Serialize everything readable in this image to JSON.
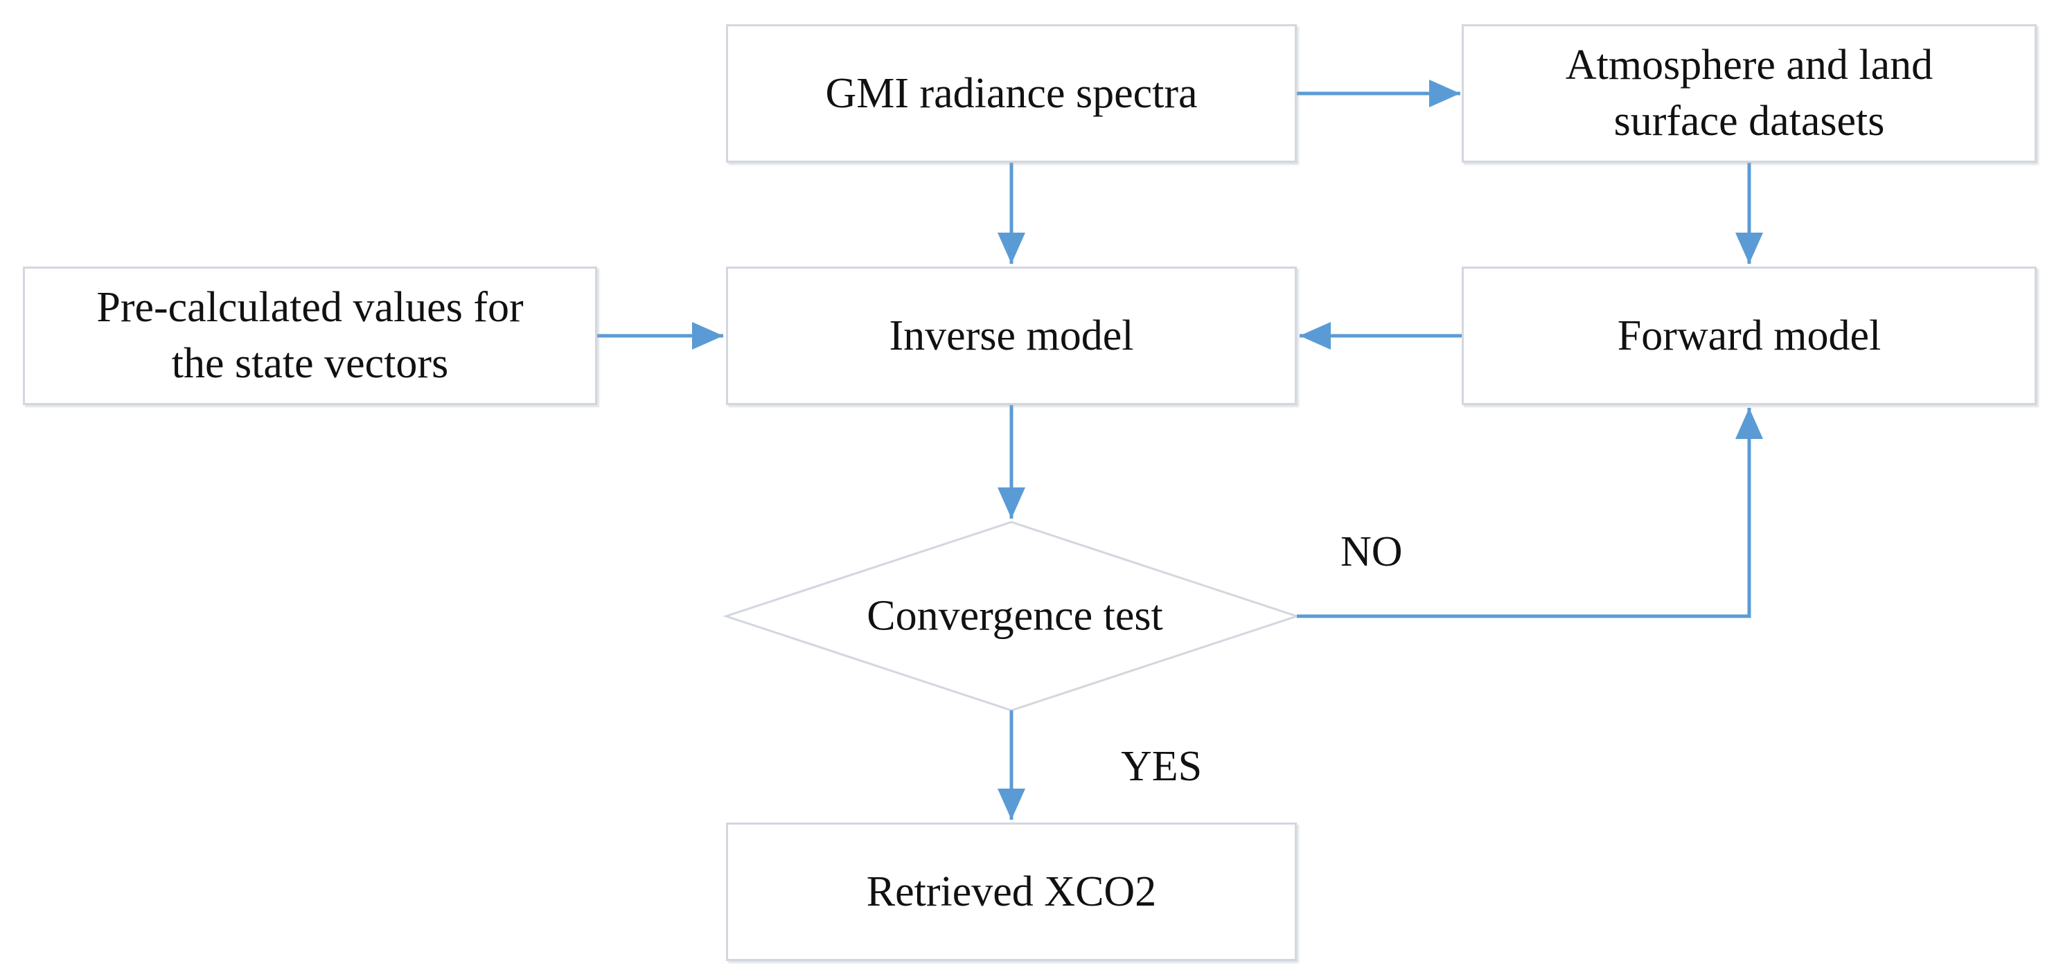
{
  "nodes": {
    "gmi": "GMI radiance spectra",
    "atmos": "Atmosphere and land\nsurface datasets",
    "precalc": "Pre-calculated values for\nthe state vectors",
    "inverse": "Inverse model",
    "forward": "Forward model",
    "convergence": "Convergence test",
    "retrieved": "Retrieved XCO2"
  },
  "edge_labels": {
    "no": "NO",
    "yes": "YES"
  },
  "colors": {
    "arrow": "#5b9bd5",
    "border": "#d2d7df"
  }
}
